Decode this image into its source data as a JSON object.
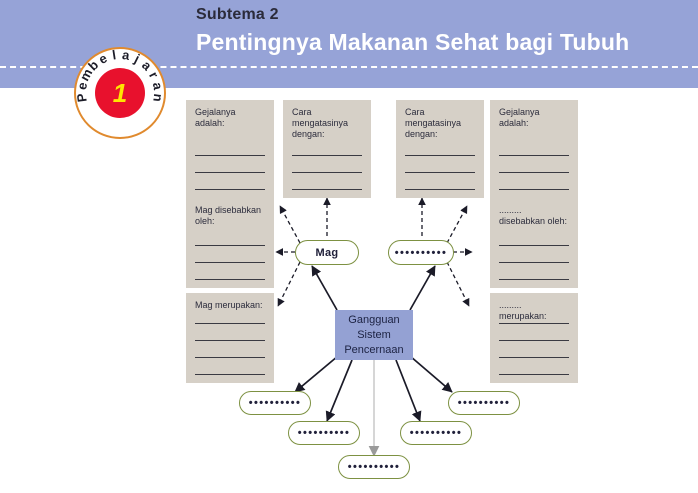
{
  "header": {
    "subtema_label": "Subtema 2",
    "title": "Pentingnya Makanan Sehat bagi Tubuh",
    "band_color": "#96a3d7",
    "title_color": "#ffffff",
    "label_color": "#2b2b3a"
  },
  "badge": {
    "ring_text": "Pembelajaran",
    "number": "1",
    "ring_color": "#e08a2e",
    "inner_color": "#e8112d",
    "number_color": "#ffe500"
  },
  "diagram": {
    "box_fill": "#d6d0c7",
    "pill_border": "#7d9142",
    "center_fill": "#94a1d3",
    "center_text_color": "#1d2343",
    "boxes": [
      {
        "id": "gejala-left",
        "title": "Gejalanya adalah:",
        "lines": 3
      },
      {
        "id": "cara-left",
        "title": "Cara mengatasinya dengan:",
        "lines": 3
      },
      {
        "id": "cara-right",
        "title": "Cara mengatasinya dengan:",
        "lines": 3
      },
      {
        "id": "gejala-right",
        "title": "Gejalanya adalah:",
        "lines": 3
      },
      {
        "id": "sebab-left",
        "title": "Mag disebabkan oleh:",
        "lines": 3
      },
      {
        "id": "sebab-right",
        "title": "......... disebabkan oleh:",
        "lines": 3
      },
      {
        "id": "merupakan-left",
        "title": "Mag merupakan:",
        "lines": 4
      },
      {
        "id": "merupakan-right",
        "title": "......... merupakan:",
        "lines": 4
      }
    ],
    "pills": [
      {
        "id": "pill-mag",
        "label": "Mag"
      },
      {
        "id": "pill-blank",
        "label": "••••••••••"
      },
      {
        "id": "pill-b1",
        "label": "••••••••••"
      },
      {
        "id": "pill-b2",
        "label": "••••••••••"
      },
      {
        "id": "pill-b3",
        "label": "••••••••••"
      },
      {
        "id": "pill-b4",
        "label": "••••••••••"
      },
      {
        "id": "pill-b5",
        "label": "••••••••••"
      }
    ],
    "center": {
      "line1": "Gangguan",
      "line2": "Sistem",
      "line3": "Pencernaan"
    }
  }
}
